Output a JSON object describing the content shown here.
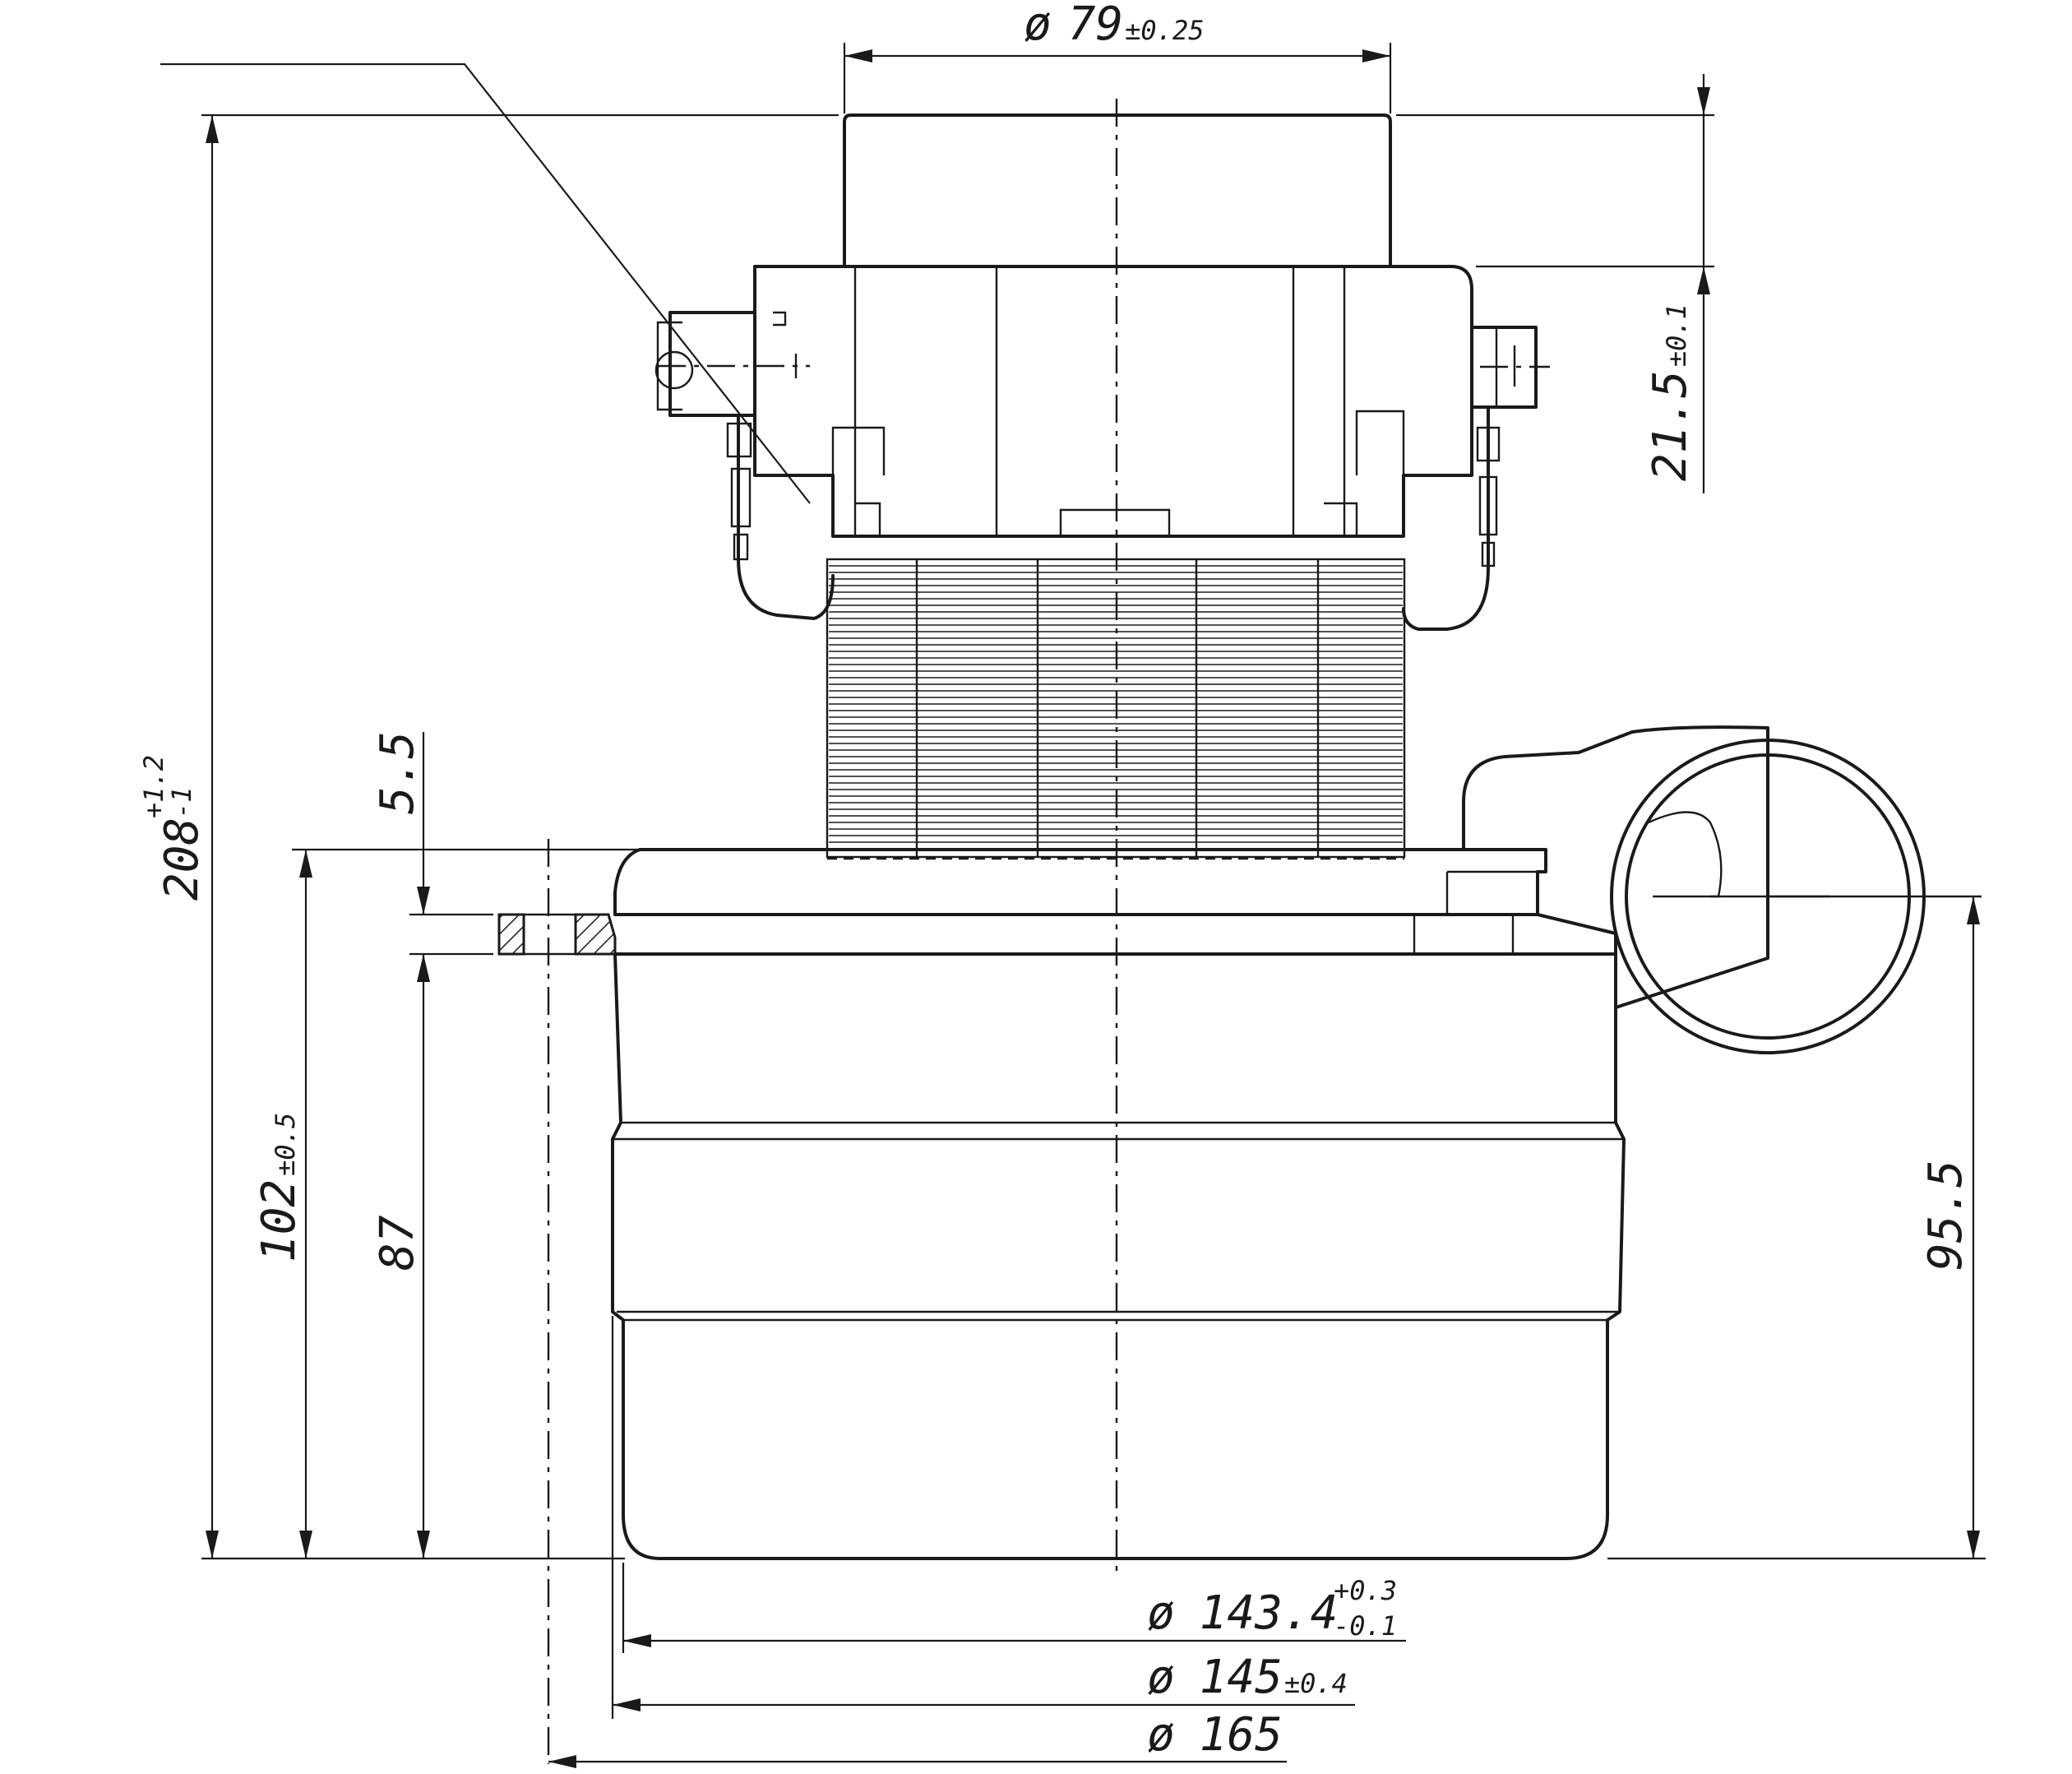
{
  "drawing": {
    "dimensions": {
      "d79": {
        "symbol": "ø",
        "value": "79",
        "tol": "±0.25"
      },
      "h208": {
        "value": "208",
        "tol_upper": "+1.2",
        "tol_lower": "-1"
      },
      "h21_5": {
        "value": "21.5",
        "tol": "±0.1"
      },
      "h5_5": {
        "value": "5.5"
      },
      "h102": {
        "value": "102",
        "tol": "±0.5"
      },
      "h87": {
        "value": "87"
      },
      "h95_5": {
        "value": "95.5"
      },
      "d143_4": {
        "symbol": "ø",
        "value": "143.4",
        "tol_upper": "+0.3",
        "tol_lower": "-0.1"
      },
      "d145": {
        "symbol": "ø",
        "value": "145",
        "tol": "±0.4"
      },
      "d165": {
        "symbol": "ø",
        "value": "165"
      }
    }
  }
}
